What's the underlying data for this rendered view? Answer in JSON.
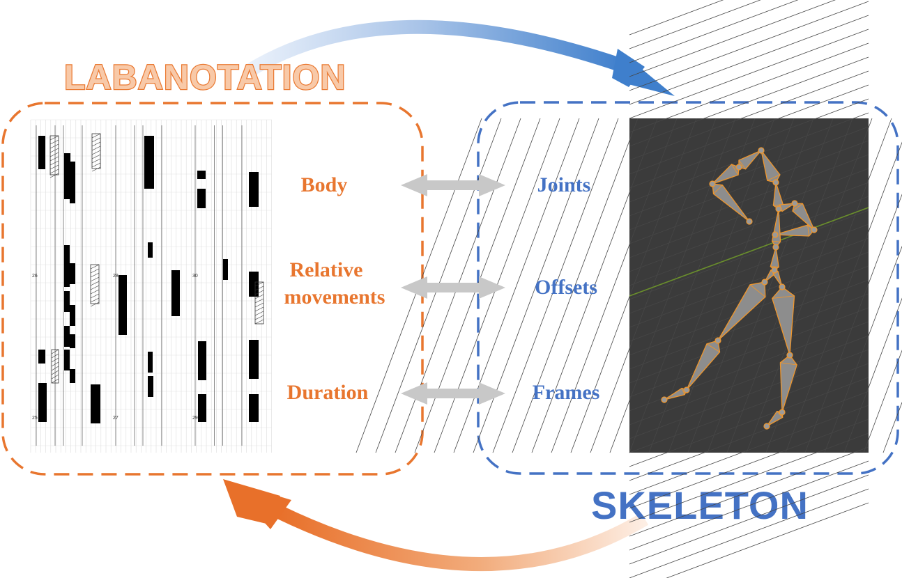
{
  "titles": {
    "labanotation": "LABANOTATION",
    "skeleton": "SKELETON"
  },
  "labanotation_terms": {
    "body": "Body",
    "relative_line1": "Relative",
    "relative_line2": "movements",
    "duration": "Duration"
  },
  "skeleton_terms": {
    "joints": "Joints",
    "offsets": "Offsets",
    "frames": "Frames"
  },
  "score_measure_numbers": [
    "26",
    "28",
    "30",
    "25",
    "27",
    "29"
  ],
  "colors": {
    "orange": "#e8762f",
    "blue": "#4472c4",
    "arrow_gray": "#c8c8c8",
    "viewport_bg": "#3b3b3b",
    "bone": "#8d8d8d",
    "bone_outline": "#f0962b"
  },
  "icons": {
    "mapping_arrow": "double-headed-arrow-icon",
    "cycle_arrow_top": "curved-arrow-right-icon",
    "cycle_arrow_bottom": "curved-arrow-left-icon"
  }
}
